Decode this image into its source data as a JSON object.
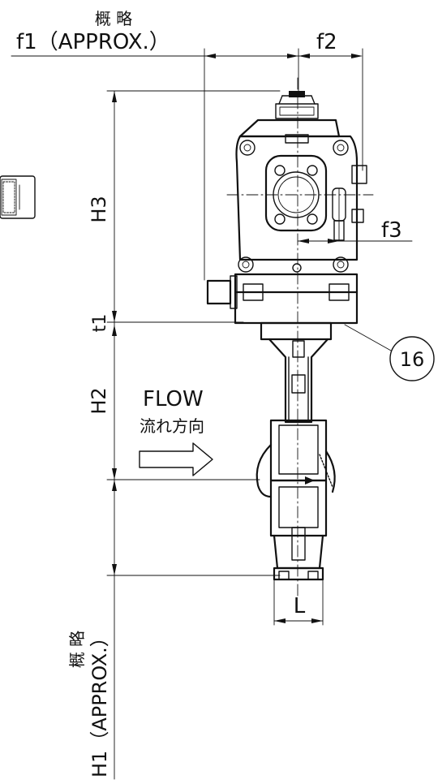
{
  "labels": {
    "f1_note": "概 略",
    "f1": "f1（APPROX.）",
    "f2": "f2",
    "f3": "f3",
    "h3": "H3",
    "t1": "t1",
    "h2": "H2",
    "h1_note": "概 略",
    "h1": "H1（APPROX.）",
    "L": "L",
    "flow_en": "FLOW",
    "flow_jp": "流れ方向",
    "balloon": "16"
  },
  "colors": {
    "ink": "#111111",
    "paper": "#ffffff"
  }
}
